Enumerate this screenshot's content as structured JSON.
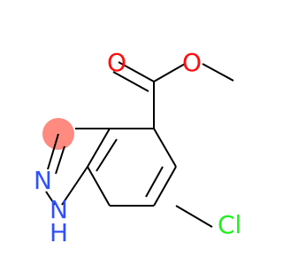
{
  "molecule": {
    "atoms": {
      "carbonyl_oxygen": "O",
      "ester_oxygen": "O",
      "ring_nitrogen": "N",
      "nh_nitrogen": "N",
      "nh_hydrogen": "H",
      "chlorine": "Cl"
    },
    "colors": {
      "oxygen": "#ff0d0d",
      "nitrogen": "#3050f8",
      "chlorine": "#1ff01f",
      "bond": "#000000",
      "highlight": "#ff8a80"
    }
  }
}
